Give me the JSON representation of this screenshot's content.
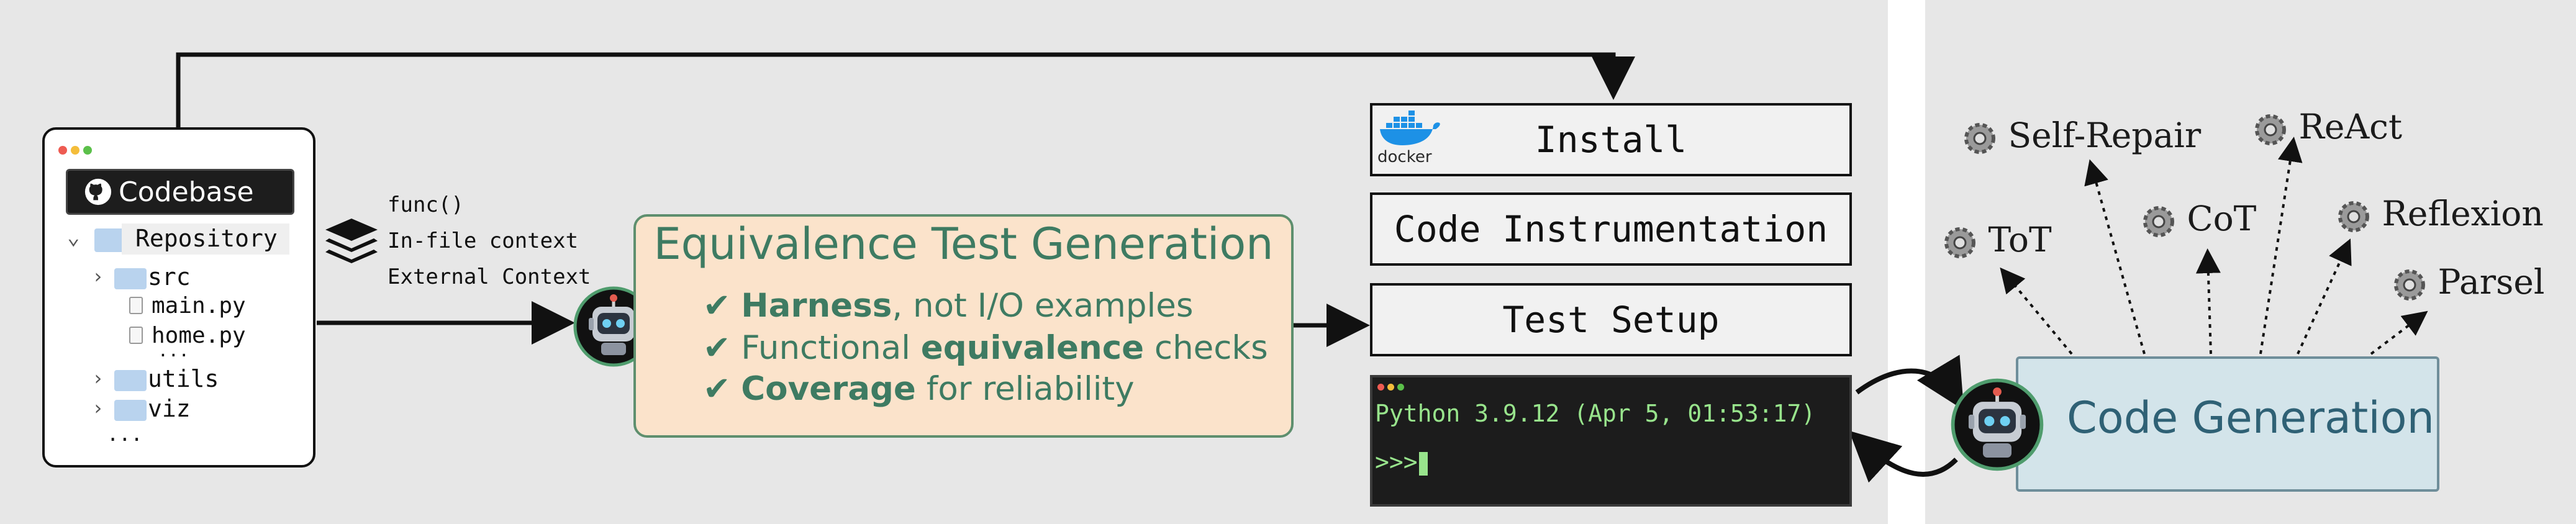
{
  "codebase": {
    "badge_label": "Codebase",
    "tree": {
      "repository": "Repository",
      "src": "src",
      "main": "main.py",
      "home": "home.py",
      "inner_more": "...",
      "utils": "utils",
      "viz": "viz",
      "outer_more": "..."
    }
  },
  "context": {
    "items": [
      "func()",
      "In-file context",
      "External Context"
    ]
  },
  "equivalence": {
    "title": "Equivalence Test Generation",
    "lines": [
      {
        "check": "✔",
        "bold": "Harness",
        "rest": ", not I/O examples"
      },
      {
        "check": "✔",
        "pre": "Functional ",
        "bold": "equivalence",
        "rest": " checks"
      },
      {
        "check": "✔",
        "bold": "Coverage",
        "rest": " for reliability"
      }
    ]
  },
  "steps": {
    "install": "Install",
    "instrumentation": "Code Instrumentation",
    "setup": "Test Setup",
    "docker_label": "docker"
  },
  "terminal": {
    "line1": "Python 3.9.12 (Apr 5, 01:53:17)",
    "prompt": ">>>"
  },
  "code_generation": {
    "label": "Code Generation",
    "techniques": [
      "Self-Repair",
      "ReAct",
      "ToT",
      "CoT",
      "Reflexion",
      "Parsel"
    ]
  },
  "colors": {
    "eq_fill": "#fbe3cb",
    "eq_text": "#3e7b62",
    "gen_fill": "#d3e4ea",
    "gen_text": "#2f6175",
    "terminal_text": "#98e48c"
  }
}
